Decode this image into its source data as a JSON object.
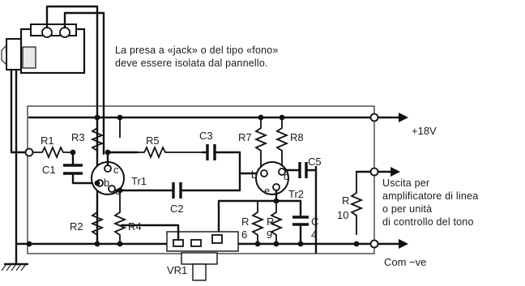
{
  "note": {
    "line1": "La presa a «jack» o del tipo «fono»",
    "line2": "deve essere isolata dal pannello."
  },
  "rail": {
    "positive": "+18V",
    "ground": "Com −ve"
  },
  "output": {
    "line1": "Uscita per",
    "line2": "amplificatore di linea",
    "line3": "o per unità",
    "line4": "di controllo del tono"
  },
  "components": {
    "R1": "R1",
    "R2": "R2",
    "R3": "R3",
    "R4": "R4",
    "R5": "R5",
    "R6a": "R",
    "R6b": "6",
    "R7": "R7",
    "R8": "R8",
    "R9a": "R",
    "R9b": "9",
    "R10a": "R",
    "R10b": "10",
    "C1": "C1",
    "C2": "C2",
    "C3": "C3",
    "C4a": "C",
    "C4b": "4",
    "C5": "C5",
    "Tr1": "Tr1",
    "Tr2": "Tr2",
    "VR1": "VR1"
  },
  "pins": {
    "tr1_c": "c",
    "tr1_b": "b",
    "tr1_e": "e",
    "tr2_b": "b",
    "tr2_c": "c",
    "tr2_e": "e"
  }
}
